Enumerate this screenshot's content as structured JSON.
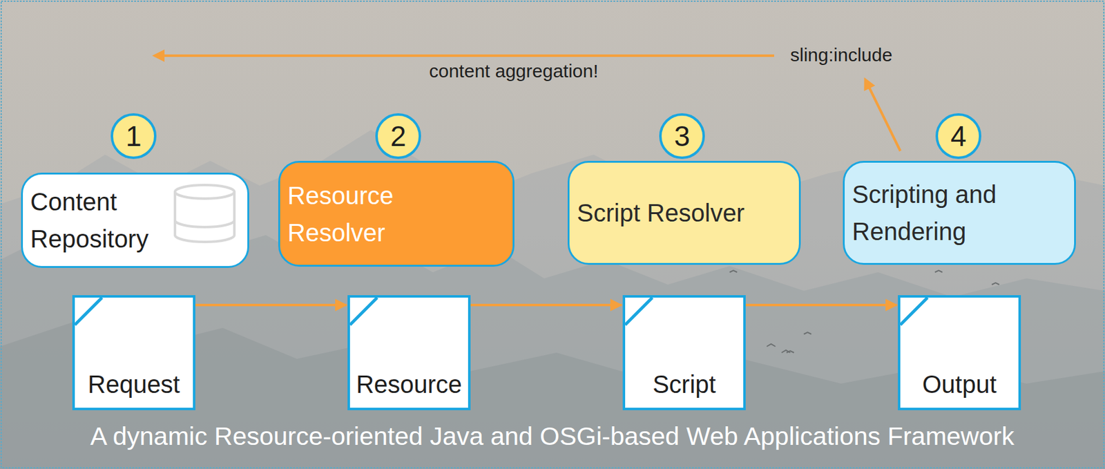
{
  "diagram": {
    "caption": "A dynamic Resource-oriented Java and OSGi-based Web Applications Framework",
    "nodes": [
      {
        "text": [
          "Content Repository"
        ]
      },
      {
        "text": [
          "Resource Resolver"
        ]
      },
      {
        "text": [
          "Script Resolver"
        ]
      },
      {
        "text": [
          "Scripting and Rendering"
        ]
      },
      {
        "text": [
          "Request"
        ]
      },
      {
        "text": [
          "Resource"
        ]
      },
      {
        "text": [
          "Script"
        ]
      },
      {
        "text": [
          "Output"
        ]
      }
    ],
    "edges": [
      {
        "from": 4,
        "to": 5,
        "arrow": "to"
      },
      {
        "from": 5,
        "to": 6,
        "arrow": "to"
      },
      {
        "from": 6,
        "to": 7,
        "arrow": "to"
      }
    ],
    "labels": [
      "sling:include",
      "content aggregation!",
      "1",
      "2",
      "3",
      "4"
    ]
  }
}
